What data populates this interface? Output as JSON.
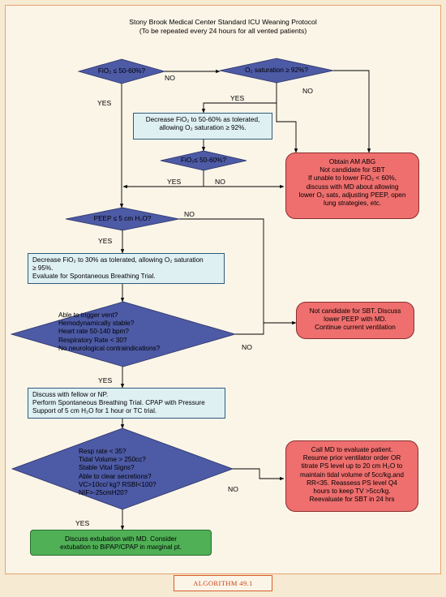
{
  "title": {
    "line1": "Stony Brook Medical Center Standard ICU Weaning Protocol",
    "line2": "(To be repeated every 24 hours for all vented patients)"
  },
  "decisions": {
    "fio2": "FiO₂ ≤ 50-60%?",
    "o2sat": "O₂ saturation ≥ 92%?",
    "fio2_recheck": "FiO₂≤ 50-60%?",
    "peep": "PEEP ≤ 5 cm H₂O?",
    "trigger": [
      "Able to trigger vent?",
      "Hemodynamically stable?",
      "Heart rate 50-140 bpm?",
      "Respiratory Rate < 30?",
      "No neurological contraindications?"
    ],
    "sbt_criteria": [
      "Resp rate < 35?",
      "Tidal Volume > 250cc?",
      "Stable Vital Signs?",
      "Able to clear secretions?",
      "VC>10cc/ kg? RSBI<100?",
      "NIF>-25cmH20?"
    ]
  },
  "boxes": {
    "decrease_fio2": [
      "Decrease FiO₂ to 50-60% as tolerated,",
      "allowing O₂ saturation ≥ 92%."
    ],
    "abg": [
      "Obtain AM ABG",
      "Not candidate for SBT",
      "If unable to lower FiO₂ < 60%,",
      "discuss with MD about allowing",
      "lower O₂ sats, adjusting PEEP, open",
      "lung strategies, etc."
    ],
    "decrease_30": [
      "Decrease FiO₂ to 30% as tolerated, allowing O₂ saturation",
      "≥ 95%.",
      "Evaluate for Spontaneous Breathing Trial."
    ],
    "not_candidate": [
      "Not candidate for SBT. Discuss",
      "lower PEEP with MD.",
      "Continue current ventilation"
    ],
    "perform_sbt": [
      "Discuss with fellow or NP.",
      "Perform Spontaneous Breathing Trial. CPAP with Pressure",
      "Support of 5 cm H₂O for 1 hour or TC trial."
    ],
    "call_md": [
      "Call MD to evaluate patient.",
      "Resume prior ventilator order OR",
      "titrate PS level up to 20 cm H₂O to",
      "maintain tidal volume of 5cc/kg.and",
      "RR<35. Reassess PS level Q4",
      "hours to keep TV >5cc/kg.",
      "Reevaluate for SBT in 24 hrs"
    ],
    "extubation": [
      "Discuss extubation with MD. Consider",
      "extubation to BiPAP/CPAP in marginal pt."
    ]
  },
  "labels": {
    "yes": "YES",
    "no": "NO"
  },
  "caption": "ALGORITHM 49.1",
  "colors": {
    "diamond": "#4d5aa5",
    "light_box": "#dff0f3",
    "red_box": "#ee6f6e",
    "green_box": "#4fb056",
    "frame_border": "#e5a36e"
  }
}
